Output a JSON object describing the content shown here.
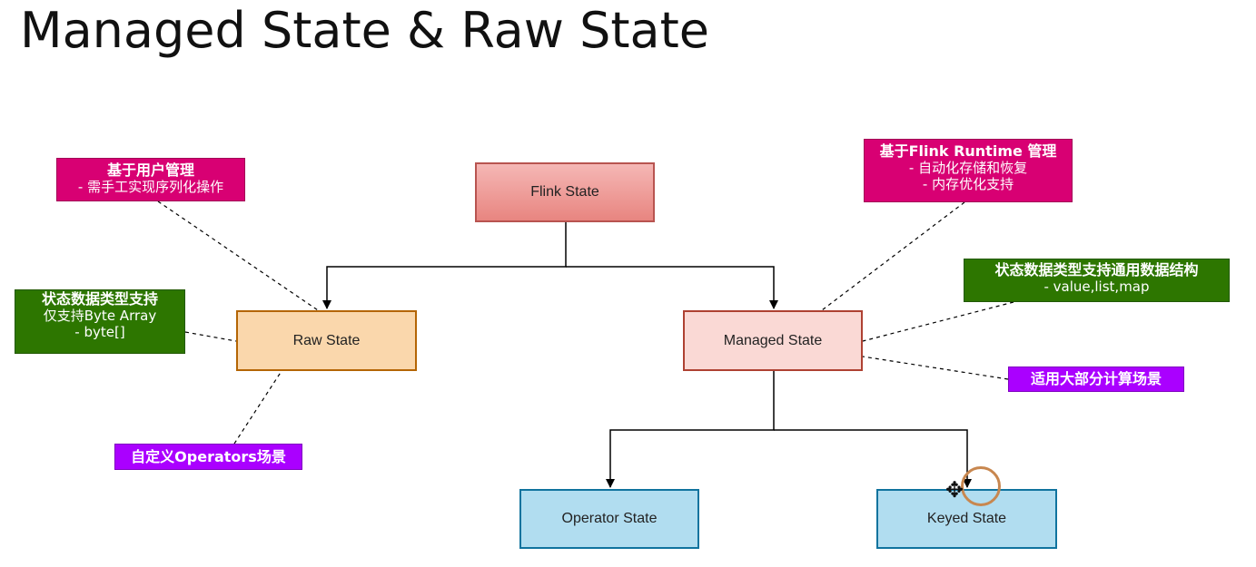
{
  "title": "Managed State & Raw State",
  "nodes": {
    "flink": "Flink State",
    "raw": "Raw State",
    "managed": "Managed State",
    "operator": "Operator State",
    "keyed": "Keyed State"
  },
  "notes": {
    "raw_mgmt": {
      "head": "基于用户管理",
      "lines": [
        "- 需手工实现序列化操作"
      ]
    },
    "managed_mgmt": {
      "head": "基于Flink Runtime 管理",
      "lines": [
        "- 自动化存储和恢复",
        "- 内存优化支持"
      ]
    },
    "raw_types": {
      "head": "状态数据类型支持",
      "lines": [
        "仅支持Byte Array",
        "- byte[]"
      ]
    },
    "managed_types": {
      "head": "状态数据类型支持通用数据结构",
      "lines": [
        "- value,list,map"
      ]
    },
    "managed_scene": {
      "head": "适用大部分计算场景"
    },
    "raw_scene": {
      "head": "自定义Operators场景"
    }
  },
  "colors": {
    "note_pink": "#d80073",
    "note_green": "#2d7600",
    "note_purple": "#aa00ff",
    "flink_fill": "#ea8f8b",
    "raw_fill": "#fad7ac",
    "managed_fill": "#fad9d5",
    "child_fill": "#b1ddf0"
  }
}
